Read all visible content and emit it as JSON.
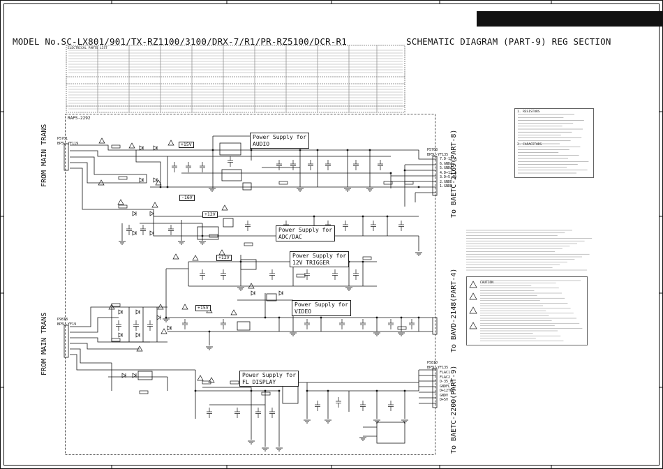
{
  "header": {
    "model": "MODEL No.SC-LX801/901/TX-RZ1100/3100/DRX-7/R1/PR-RZ5100/DCR-R1",
    "title": "SCHEMATIC DIAGRAM (PART-9) REG SECTION"
  },
  "board_label": "RAPS-2292",
  "power_blocks": {
    "audio": "Power Supply for\nAUDIO",
    "adc_dac": "Power Supply for\nADC/DAC",
    "trigger": "Power Supply for\n12V TRIGGER",
    "video": "Power Supply for\nVIDEO",
    "fl": "Power Supply for\nFL DISPLAY"
  },
  "side_labels": {
    "from_main_trans_top": "FROM MAIN TRANS",
    "from_main_trans_bottom": "FROM MAIN TRANS",
    "to_baetc_2169": "To BAETC-2169(PART-8)",
    "to_bavd_2148": "To BAVD-2148(PART-4)",
    "to_baetc_2200": "To BAETC-2200(PART-9)"
  },
  "voltage_tags": {
    "v_p15": "+15V",
    "v_m16": "-16V",
    "v_p12": "+12V",
    "v_p15b": "+15V",
    "v_p12b": "+12V"
  },
  "connectors": {
    "p5701": "P5701\nBP5L-YF119",
    "p5708": "P5708\nBP5L-YF135",
    "p9818": "P9818\nBP5L-YF19",
    "p5810": "P5810\nBP5L-YF135"
  },
  "connector_pins": {
    "p5708": "7.D-12_A\n6.GNDA\n5.GNDA\n4.D+12_A\n3.D+5_AD\n2.GNDD\n1.GNDD",
    "p5810": "FLAC1\nFLAC2\nD-35_FL\nGNDFL\nD+12TRG\nGNDV\nD+5V"
  },
  "parts_table_header": "ELECTRICAL PARTS LIST",
  "notes": {
    "resistors": "1. RESISTORS",
    "capacitors": "2. CAPACITORS"
  },
  "caution_label": "CAUTION"
}
